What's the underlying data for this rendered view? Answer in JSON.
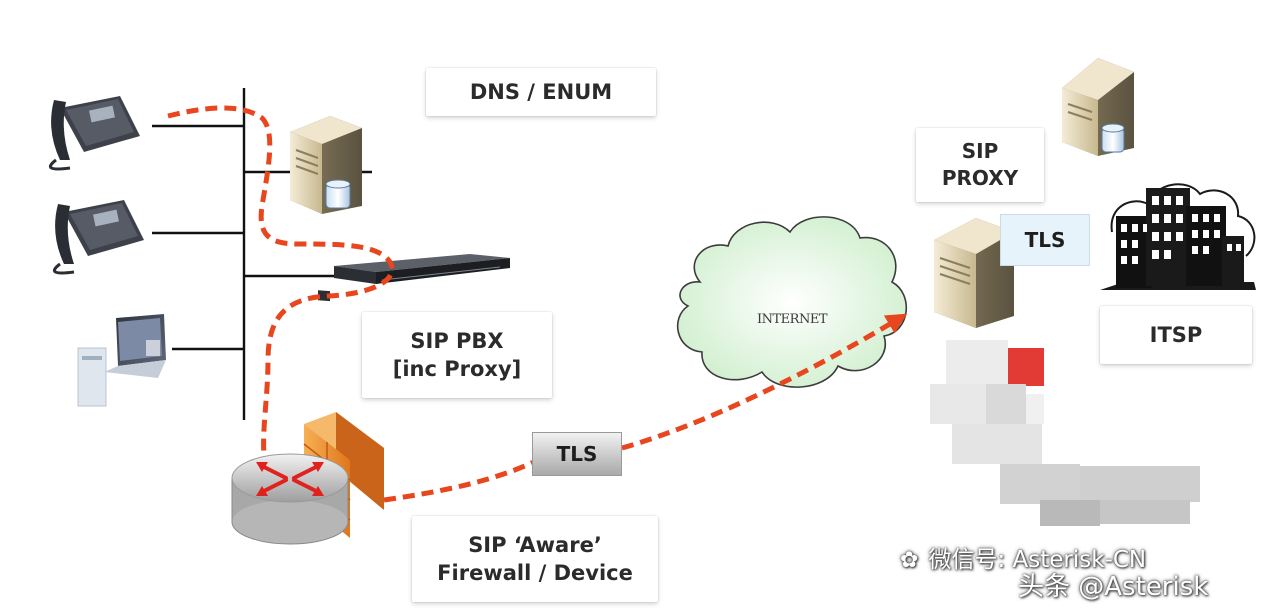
{
  "labels": {
    "dns_enum": "DNS / ENUM",
    "sip_pbx_line1": "SIP PBX",
    "sip_pbx_line2": "[inc Proxy]",
    "firewall_line1": "SIP ‘Aware’",
    "firewall_line2": "Firewall / Device",
    "sip_proxy_line1": "SIP",
    "sip_proxy_line2": "PROXY",
    "itsp": "ITSP",
    "internet": "INTERNET",
    "tls_mid": "TLS",
    "tls_right": "TLS"
  },
  "watermarks": {
    "wechat": "微信号: Asterisk-CN",
    "toutiao": "头条 @Asterisk"
  },
  "colors": {
    "signal_path": "#e8461e",
    "cloud_fill": "#e2f5de",
    "firewall": "#f0902c",
    "router": "#d8d8d8"
  }
}
